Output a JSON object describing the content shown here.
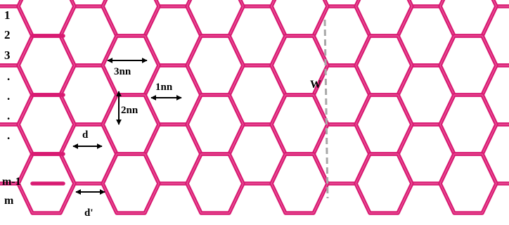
{
  "colors": {
    "lattice": "#d81b72",
    "lattice_highlight": "#f06aa8",
    "annotation": "#000000",
    "width_line": "#a8a8a8"
  },
  "row_labels": [
    "1",
    "2",
    "3",
    ".",
    ".",
    ".",
    ".",
    "m-1",
    "m"
  ],
  "annotations": {
    "third_nn": "3nn",
    "first_nn": "1nn",
    "second_nn": "2nn",
    "d": "d",
    "d_prime": "d'",
    "width": "W"
  }
}
